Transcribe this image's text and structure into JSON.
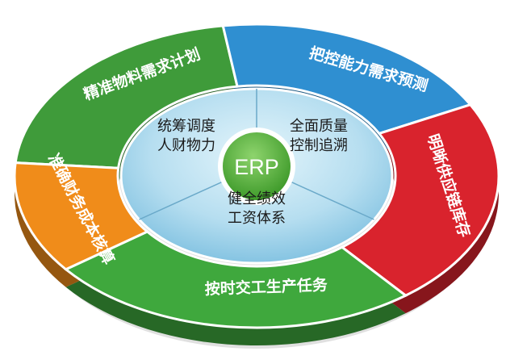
{
  "center": {
    "label": "ERP"
  },
  "outer_segments": [
    {
      "label": "精准物料需求计划",
      "color": "#3f9b3a"
    },
    {
      "label": "把控能力需求预测",
      "color": "#2f8fd1"
    },
    {
      "label": "明晰供应链库存",
      "color": "#d9232d"
    },
    {
      "label": "按时交工生产任务",
      "color": "#3fa83d"
    },
    {
      "label": "准确财务成本核算",
      "color": "#f08c1a"
    }
  ],
  "inner_sectors": [
    {
      "line1": "统筹调度",
      "line2": "人财物力"
    },
    {
      "line1": "全面质量",
      "line2": "控制追溯"
    },
    {
      "line1": "健全绩效",
      "line2": "工资体系"
    }
  ]
}
